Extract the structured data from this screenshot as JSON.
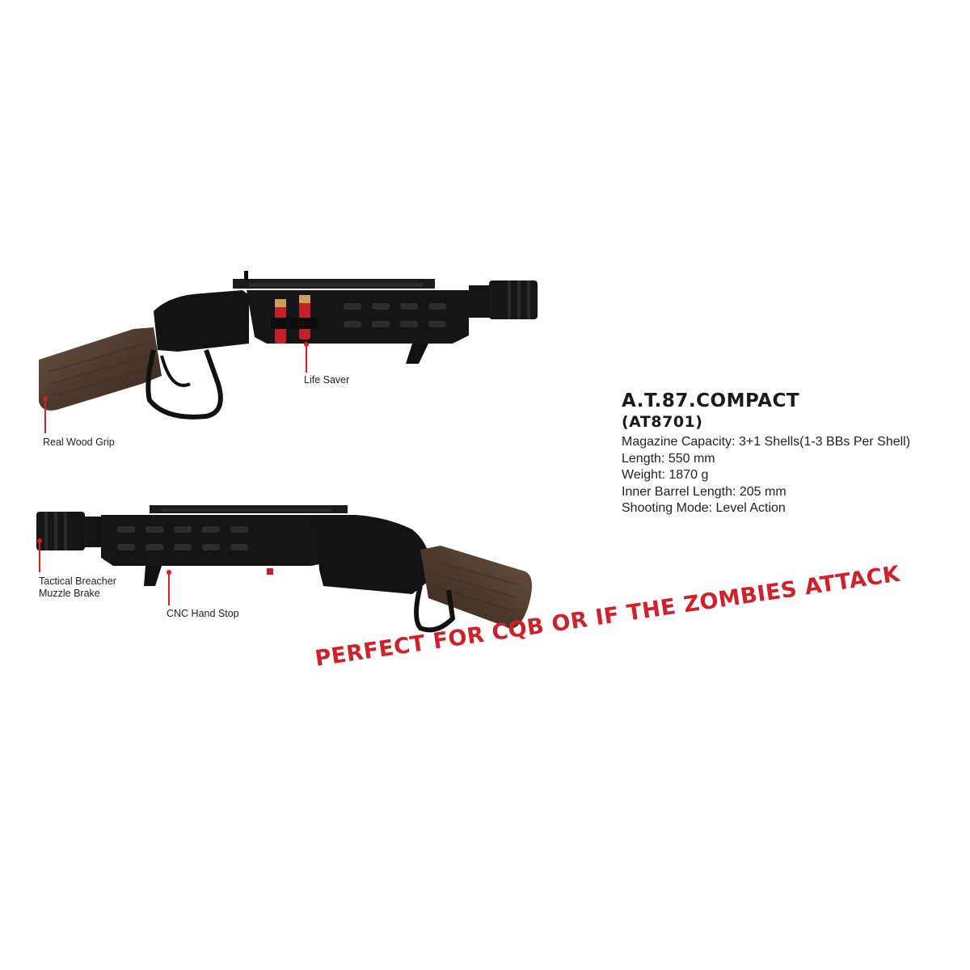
{
  "product": {
    "title": "A.T.87.COMPACT",
    "code": "(AT8701)",
    "specs": [
      "Magazine Capacity: 3+1 Shells(1-3 BBs Per Shell)",
      "Length: 550 mm",
      "Weight: 1870 g",
      "Inner Barrel Length: 205 mm",
      "Shooting Mode: Level Action"
    ]
  },
  "callouts": {
    "real_wood_grip": "Real Wood Grip",
    "life_saver": "Life Saver",
    "tactical_breacher": "Tactical Breacher",
    "muzzle_brake": "Muzzle Brake",
    "cnc_hand_stop": "CNC Hand Stop"
  },
  "slogan": "PERFECT FOR CQB OR IF THE ZOMBIES ATTACK",
  "colors": {
    "accent": "#d61f26",
    "gun_metal": "#111111",
    "wood": "#5a4433"
  }
}
